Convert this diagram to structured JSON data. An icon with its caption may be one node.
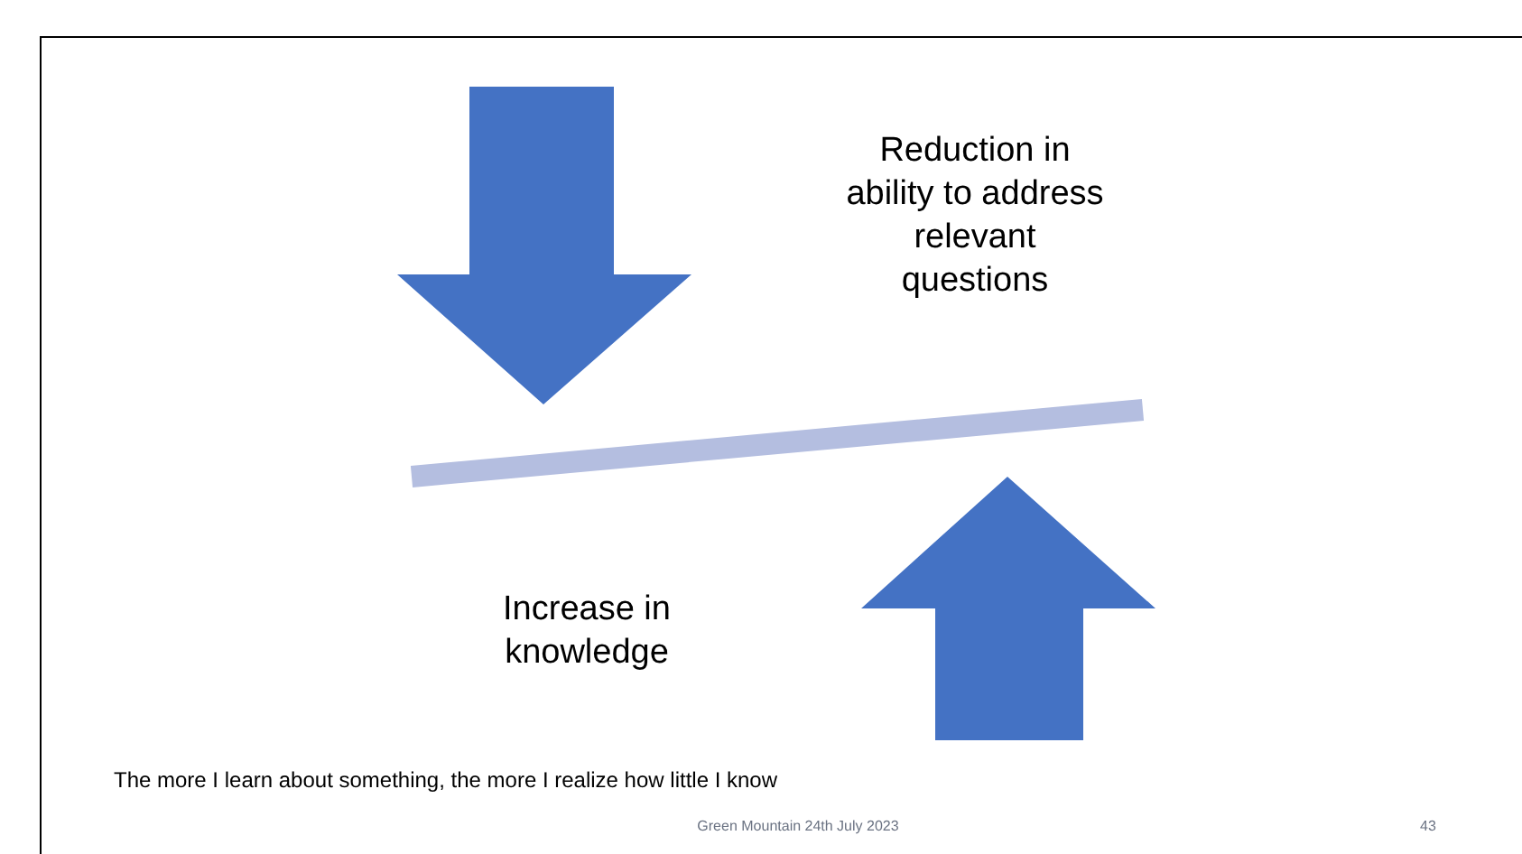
{
  "diagram": {
    "labels": [
      "Reduction in ability to address relevant questions",
      "Increase in knowledge",
      "The more I learn about something, the more I realize how little I know",
      "Green Mountain 24th July 2023",
      "43"
    ]
  }
}
